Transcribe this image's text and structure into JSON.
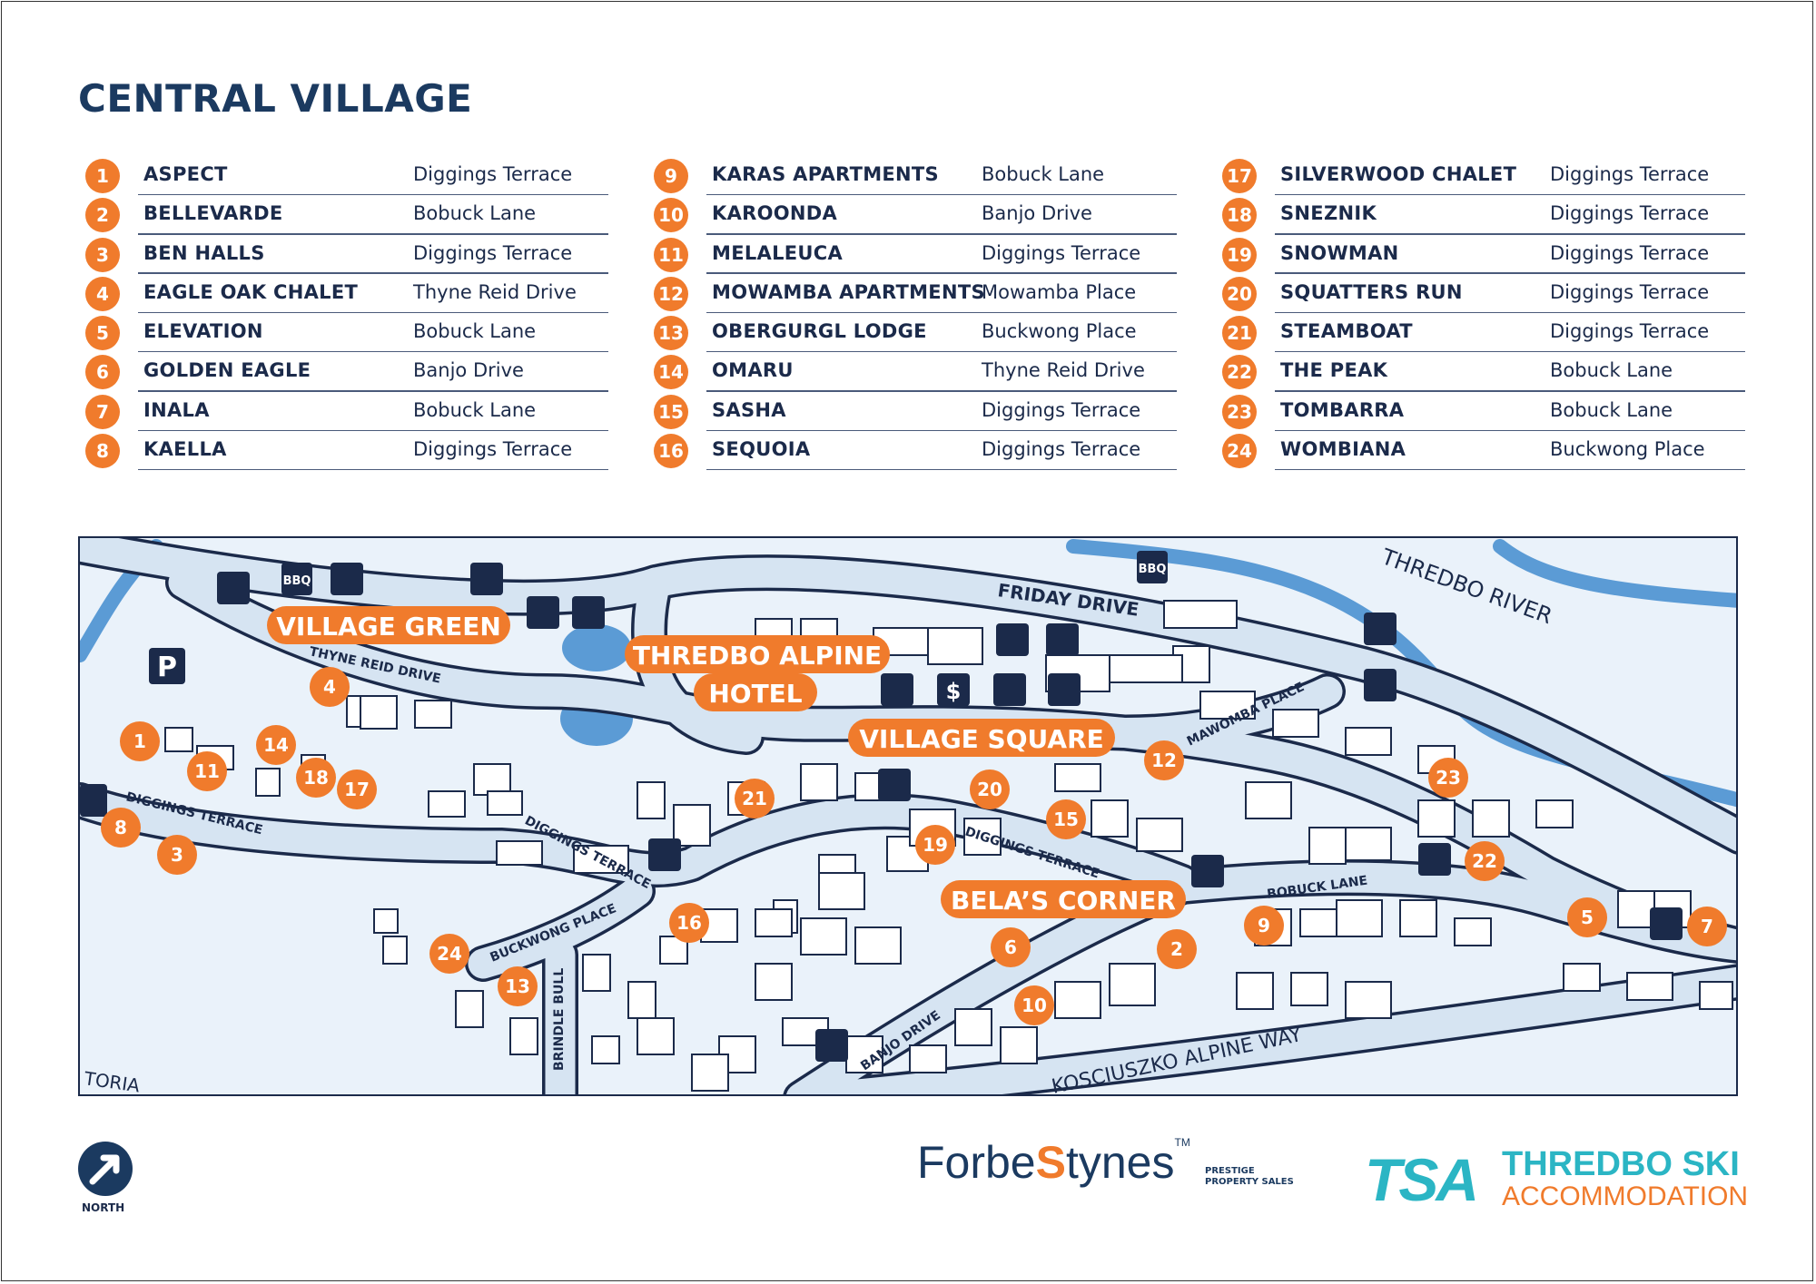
{
  "title": "CENTRAL VILLAGE",
  "accommodations": [
    {
      "n": "1",
      "name": "ASPECT",
      "street": "Diggings Terrace"
    },
    {
      "n": "2",
      "name": "BELLEVARDE",
      "street": "Bobuck Lane"
    },
    {
      "n": "3",
      "name": "BEN HALLS",
      "street": "Diggings Terrace"
    },
    {
      "n": "4",
      "name": "EAGLE OAK CHALET",
      "street": "Thyne Reid Drive"
    },
    {
      "n": "5",
      "name": "ELEVATION",
      "street": "Bobuck Lane"
    },
    {
      "n": "6",
      "name": "GOLDEN EAGLE",
      "street": "Banjo Drive"
    },
    {
      "n": "7",
      "name": "INALA",
      "street": "Bobuck Lane"
    },
    {
      "n": "8",
      "name": "KAELLA",
      "street": "Diggings Terrace"
    },
    {
      "n": "9",
      "name": "KARAS APARTMENTS",
      "street": "Bobuck Lane"
    },
    {
      "n": "10",
      "name": "KAROONDA",
      "street": "Banjo Drive"
    },
    {
      "n": "11",
      "name": "MELALEUCA",
      "street": "Diggings Terrace"
    },
    {
      "n": "12",
      "name": "MOWAMBA APARTMENTS",
      "street": "Mowamba Place"
    },
    {
      "n": "13",
      "name": "OBERGURGL LODGE",
      "street": "Buckwong Place"
    },
    {
      "n": "14",
      "name": "OMARU",
      "street": "Thyne Reid Drive"
    },
    {
      "n": "15",
      "name": "SASHA",
      "street": "Diggings Terrace"
    },
    {
      "n": "16",
      "name": "SEQUOIA",
      "street": "Diggings Terrace"
    },
    {
      "n": "17",
      "name": "SILVERWOOD CHALET",
      "street": "Diggings Terrace"
    },
    {
      "n": "18",
      "name": "SNEZNIK",
      "street": "Diggings Terrace"
    },
    {
      "n": "19",
      "name": "SNOWMAN",
      "street": "Diggings Terrace"
    },
    {
      "n": "20",
      "name": "SQUATTERS RUN",
      "street": "Diggings Terrace"
    },
    {
      "n": "21",
      "name": "STEAMBOAT",
      "street": "Diggings Terrace"
    },
    {
      "n": "22",
      "name": "THE PEAK",
      "street": "Bobuck Lane"
    },
    {
      "n": "23",
      "name": "TOMBARRA",
      "street": "Bobuck Lane"
    },
    {
      "n": "24",
      "name": "WOMBIANA",
      "street": "Buckwong Place"
    }
  ],
  "map": {
    "places": {
      "village_green": "VILLAGE GREEN",
      "hotel_line1": "THREDBO ALPINE",
      "hotel_line2": "HOTEL",
      "village_square": "VILLAGE SQUARE",
      "belas_corner": "BELA’S CORNER"
    },
    "streets": {
      "friday_drive": "FRIDAY DRIVE",
      "thredbo_river": "THREDBO RIVER",
      "thyne_reid_drive": "THYNE REID DRIVE",
      "diggings_terrace": "DIGGINGS TERRACE",
      "mawomba_place": "MAWOMBA PLACE",
      "bobuck_lane": "BOBUCK LANE",
      "buckwong_place": "BUCKWONG PLACE",
      "brindle_bull": "BRINDLE BULL",
      "banjo_drive": "BANJO DRIVE",
      "kosciuszko_alpine_way": "KOSCIUSZKO ALPINE WAY",
      "toria": "TORIA"
    },
    "icon_text": {
      "bbq": "BBQ",
      "parking": "P",
      "dollar": "$"
    }
  },
  "north_label": "NORTH",
  "logos": {
    "forbes_main": "Forbe",
    "forbes_s": "S",
    "forbes_rest": "tynes",
    "forbes_tm": "TM",
    "forbes_tag1": "PRESTIGE",
    "forbes_tag2": "PROPERTY SALES",
    "tsa_mark": "TSA",
    "tsa_line1": "THREDBO SKI",
    "tsa_line2": "ACCOMMODATION"
  },
  "colors": {
    "accent_orange": "#f07b2c",
    "navy": "#1b2a4a",
    "water": "#5b9bd5",
    "road": "#d6e4f2",
    "teal": "#2bb5c4"
  }
}
